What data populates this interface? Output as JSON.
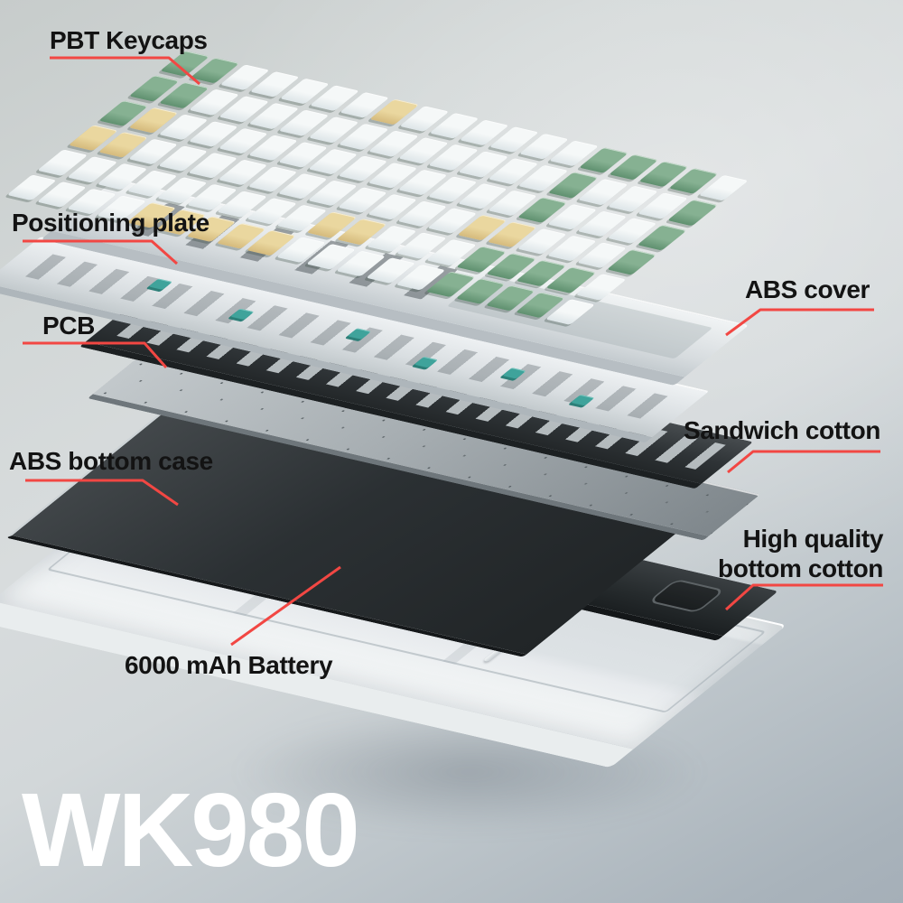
{
  "title": "WK980",
  "colors": {
    "accent_red": "#f24743",
    "label_text": "#131313",
    "title_text": "#ffffff",
    "keycap_green": "#86b192",
    "keycap_yellow": "#ead79f",
    "keycap_white": "#f5f8f8",
    "switch_teal": "#3fa39b",
    "pcb_gray": "#a7aeb2",
    "cotton_dark": "#2e3336",
    "case_white": "#e6eaec",
    "background_top": "#d8dcdd",
    "background_bottom": "#a9b3bb"
  },
  "callouts": [
    {
      "id": "pbt-keycaps",
      "text": "PBT Keycaps"
    },
    {
      "id": "positioning-plate",
      "text": "Positioning plate"
    },
    {
      "id": "pcb",
      "text": "PCB"
    },
    {
      "id": "abs-bottom-case",
      "text": "ABS bottom case"
    },
    {
      "id": "battery",
      "text": "6000 mAh Battery"
    },
    {
      "id": "abs-cover",
      "text": "ABS cover"
    },
    {
      "id": "sandwich-cotton",
      "text": "Sandwich cotton"
    },
    {
      "id": "bottom-cotton",
      "text": "High quality",
      "text2": "bottom cotton"
    }
  ],
  "keycap_map": [
    "ggwwwwwywwwwwwggggw",
    "ggwwwwwwwwwwwwgwwwg",
    "gywwwwwwwwwwwwgwwwg",
    "yywwwwwwwwwwwyywwwg",
    "wwwwwwwwwyywwwggggw",
    "wwwwyyyyywwwwwggggw"
  ]
}
